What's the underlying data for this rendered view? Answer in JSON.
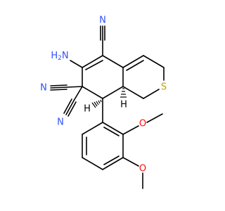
{
  "molecule": {
    "atoms": {
      "n_top": "N",
      "amino": "H2N",
      "n_left": "N",
      "n_lower": "N",
      "sulfur": "S",
      "h_c8a": "H",
      "h_c8": "H",
      "o_upper": "O",
      "o_lower": "O"
    },
    "colors": {
      "bond": "#000000",
      "nitrogen": "#3050F8",
      "sulfur": "#C8A000",
      "oxygen": "#FF0D0D"
    }
  }
}
